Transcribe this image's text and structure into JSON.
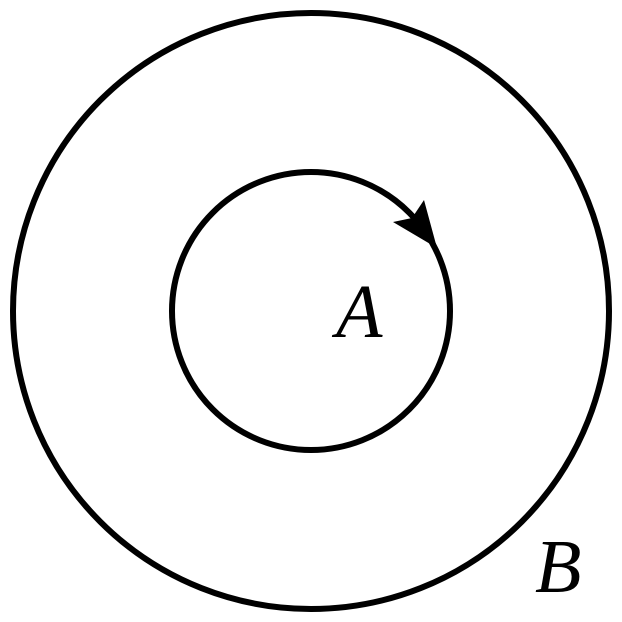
{
  "diagram": {
    "inner_label": "A",
    "outer_label": "B",
    "stroke_color": "#000000",
    "background_color": "#ffffff",
    "inner_circle_direction": "clockwise",
    "arrow_icon": "arrowhead-icon"
  }
}
